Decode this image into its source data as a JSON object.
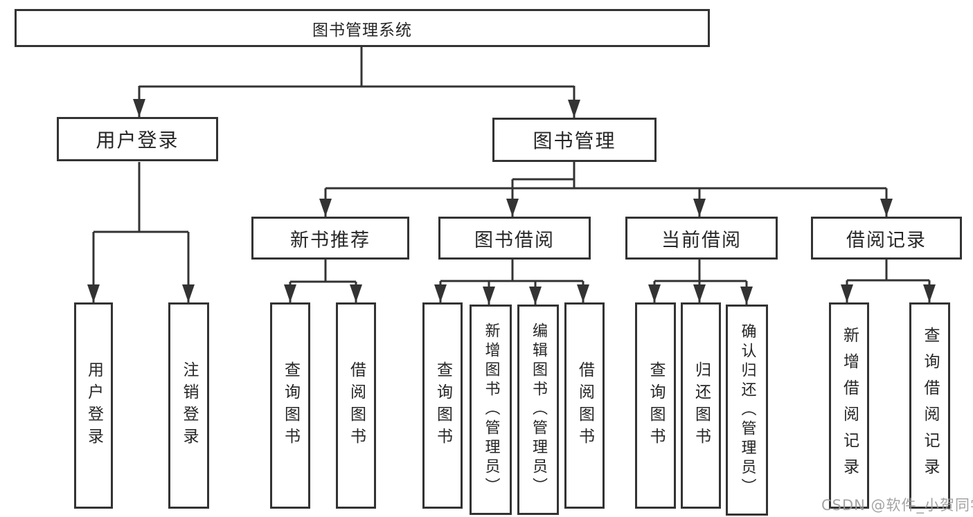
{
  "diagram_type": "tree-diagram",
  "title": "图书管理系统",
  "watermark": "CSDN @软件_小贺同学",
  "colors": {
    "line": "#333333",
    "box_border": "#333333",
    "text": "#262626",
    "watermark": "#9a9a9a",
    "background": "#ffffff"
  },
  "nodes": {
    "root": {
      "label": "图书管理系统"
    },
    "user_login": {
      "label": "用户登录"
    },
    "book_mgmt": {
      "label": "图书管理"
    },
    "user_login_leaf": {
      "label": "用户登录"
    },
    "logout_leaf": {
      "label": "注销登录"
    },
    "new_book_rec": {
      "label": "新书推荐"
    },
    "book_borrow": {
      "label": "图书借阅"
    },
    "current_borrow": {
      "label": "当前借阅"
    },
    "borrow_records": {
      "label": "借阅记录"
    },
    "query_book_1": {
      "label": "查询图书"
    },
    "borrow_book_1": {
      "label": "借阅图书"
    },
    "query_book_2": {
      "label": "查询图书"
    },
    "add_book": {
      "label": "新增图书（管理员）"
    },
    "edit_book": {
      "label": "编辑图书（管理员）"
    },
    "borrow_book_2": {
      "label": "借阅图书"
    },
    "query_book_3": {
      "label": "查询图书"
    },
    "return_book": {
      "label": "归还图书"
    },
    "confirm_return": {
      "label": "确认归还（管理员）"
    },
    "add_record": {
      "label": "新增借阅记录"
    },
    "query_record": {
      "label": "查询借阅记录"
    }
  },
  "tree": {
    "root": "图书管理系统",
    "children": [
      {
        "label": "用户登录",
        "children": [
          "用户登录",
          "注销登录"
        ]
      },
      {
        "label": "图书管理",
        "children": [
          {
            "label": "新书推荐",
            "children": [
              "查询图书",
              "借阅图书"
            ]
          },
          {
            "label": "图书借阅",
            "children": [
              "查询图书",
              "新增图书（管理员）",
              "编辑图书（管理员）",
              "借阅图书"
            ]
          },
          {
            "label": "当前借阅",
            "children": [
              "查询图书",
              "归还图书",
              "确认归还（管理员）"
            ]
          },
          {
            "label": "借阅记录",
            "children": [
              "新增借阅记录",
              "查询借阅记录"
            ]
          }
        ]
      }
    ]
  }
}
